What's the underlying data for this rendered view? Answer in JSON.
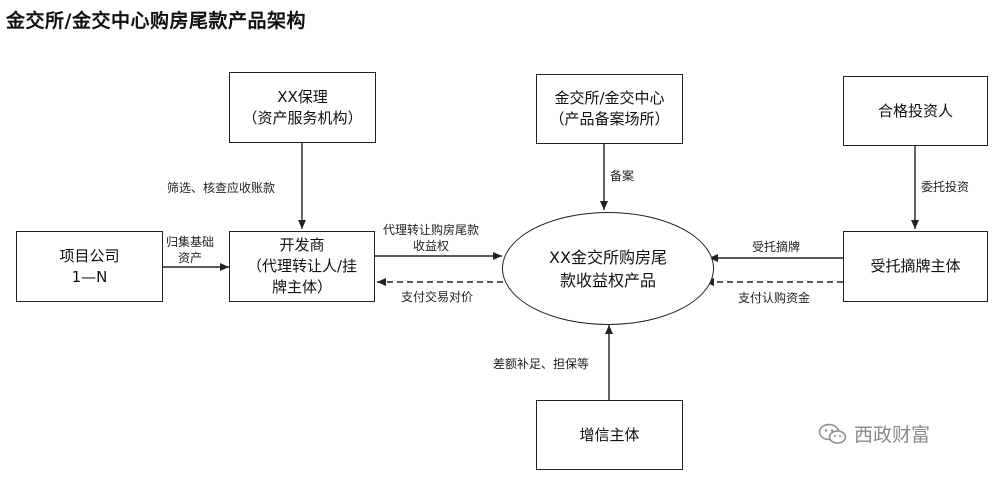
{
  "title": "金交所/金交中心购房尾款产品架构",
  "nodes": {
    "factoring": {
      "line1": "XX保理",
      "line2": "（资产服务机构）"
    },
    "exchange": {
      "line1": "金交所/金交中心",
      "line2": "（产品备案场所）"
    },
    "investor": {
      "line1": "合格投资人"
    },
    "project": {
      "line1": "项目公司",
      "line2": "1—N"
    },
    "developer": {
      "line1": "开发商",
      "line2": "（代理转让人/挂",
      "line3": "牌主体）"
    },
    "product": {
      "line1": "XX金交所购房尾",
      "line2": "款收益权产品"
    },
    "trustee": {
      "line1": "受托摘牌主体"
    },
    "credit": {
      "line1": "增信主体"
    }
  },
  "edges": {
    "screen": "筛选、核查应收账款",
    "filing": "备案",
    "entrust": "委托投资",
    "collect_line1": "归集基础",
    "collect_line2": "资产",
    "transfer_line1": "代理转让购房尾款",
    "transfer_line2": "收益权",
    "pay_consideration": "支付交易对价",
    "accept": "受托摘牌",
    "pay_subscription": "支付认购资金",
    "support": "差额补足、担保等"
  },
  "watermark": "西政财富"
}
